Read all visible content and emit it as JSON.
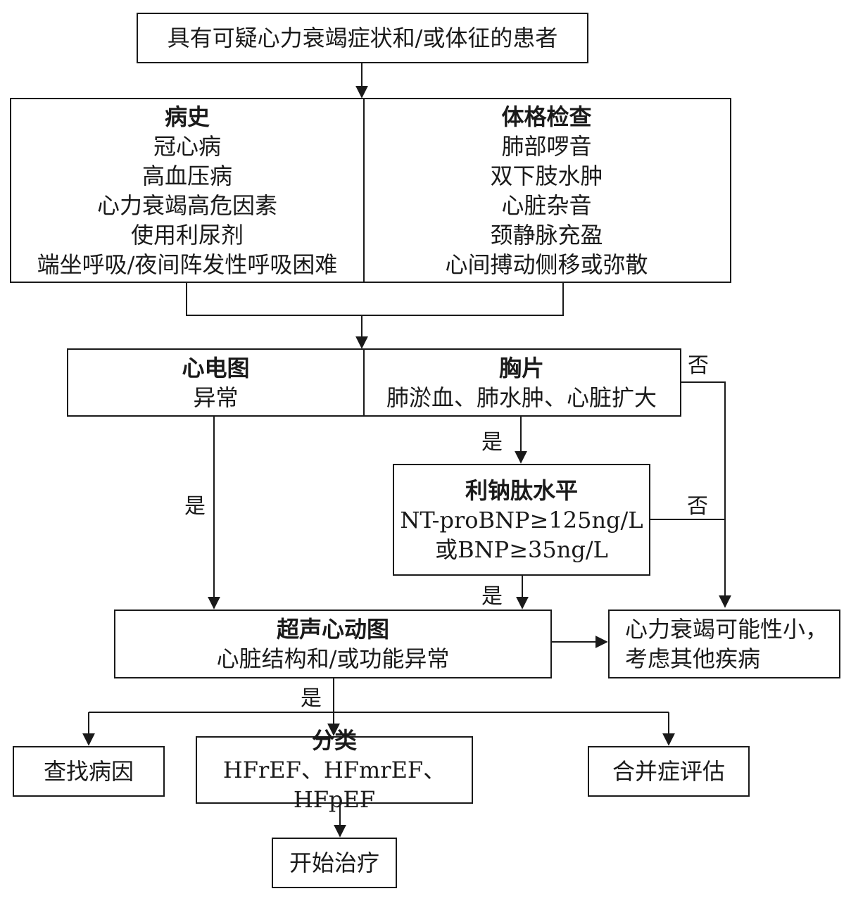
{
  "start": {
    "text": "具有可疑心力衰竭症状和/或体征的患者"
  },
  "history": {
    "title": "病史",
    "items": [
      "冠心病",
      "高血压病",
      "心力衰竭高危因素",
      "使用利尿剂",
      "端坐呼吸/夜间阵发性呼吸困难"
    ]
  },
  "exam": {
    "title": "体格检查",
    "items": [
      "肺部啰音",
      "双下肢水肿",
      "心脏杂音",
      "颈静脉充盈",
      "心间搏动侧移或弥散"
    ]
  },
  "ecg": {
    "title": "心电图",
    "text": "异常"
  },
  "xray": {
    "title": "胸片",
    "text": "肺淤血、肺水肿、心脏扩大"
  },
  "bnp": {
    "title": "利钠肽水平",
    "line1": "NT-proBNP≥125ng/L",
    "line2": "或BNP≥35ng/L"
  },
  "echo": {
    "title": "超声心动图",
    "text": "心脏结构和/或功能异常"
  },
  "unlikely": {
    "line1": "心力衰竭可能性小，",
    "line2": "考虑其他疾病"
  },
  "cause": {
    "text": "查找病因"
  },
  "classify": {
    "title": "分类",
    "text": "HFrEF、HFmrEF、HFpEF"
  },
  "comorbid": {
    "text": "合并症评估"
  },
  "treat": {
    "text": "开始治疗"
  },
  "labels": {
    "yes": "是",
    "no": "否"
  }
}
